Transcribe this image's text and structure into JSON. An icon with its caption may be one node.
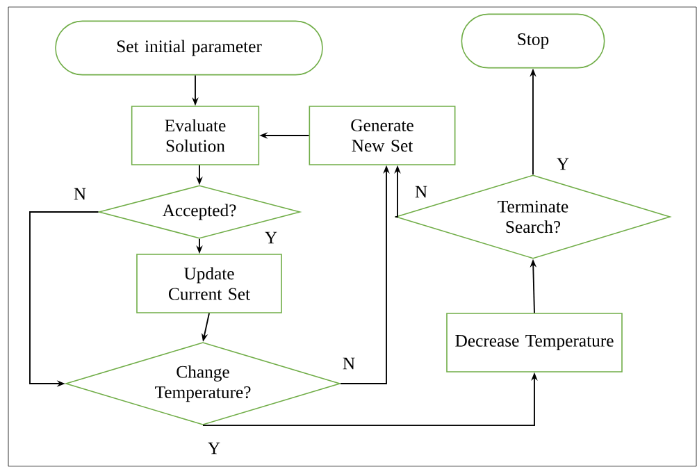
{
  "diagram": {
    "nodes": [
      {
        "text": [
          "Set initial parameter"
        ]
      },
      {
        "text": [
          "Evaluate Solution"
        ]
      },
      {
        "text": [
          "Generate New Set"
        ]
      },
      {
        "text": [
          "Accepted?"
        ]
      },
      {
        "text": [
          "Update Current Set"
        ]
      },
      {
        "text": [
          "Change Temperature?"
        ]
      },
      {
        "text": [
          "Stop"
        ]
      },
      {
        "text": [
          "Terminate Search?"
        ]
      },
      {
        "text": [
          "Decrease Temperature"
        ]
      }
    ],
    "edges": [
      {
        "from": 0,
        "to": 1,
        "arrow": "to"
      },
      {
        "from": 2,
        "to": 1,
        "arrow": "to"
      },
      {
        "from": 1,
        "to": 3,
        "arrow": "to"
      },
      {
        "from": 3,
        "to": 4,
        "arrow": "to",
        "label": "Y"
      },
      {
        "from": 3,
        "to": 5,
        "arrow": "to",
        "label": "N"
      },
      {
        "from": 4,
        "to": 5,
        "arrow": "to"
      },
      {
        "from": 5,
        "to": 2,
        "arrow": "to",
        "label": "N"
      },
      {
        "from": 5,
        "to": 8,
        "arrow": "to",
        "label": "Y"
      },
      {
        "from": 8,
        "to": 7,
        "arrow": "to"
      },
      {
        "from": 7,
        "to": 6,
        "arrow": "to",
        "label": "Y"
      },
      {
        "from": 7,
        "to": 2,
        "arrow": "to",
        "label": "N"
      }
    ]
  }
}
